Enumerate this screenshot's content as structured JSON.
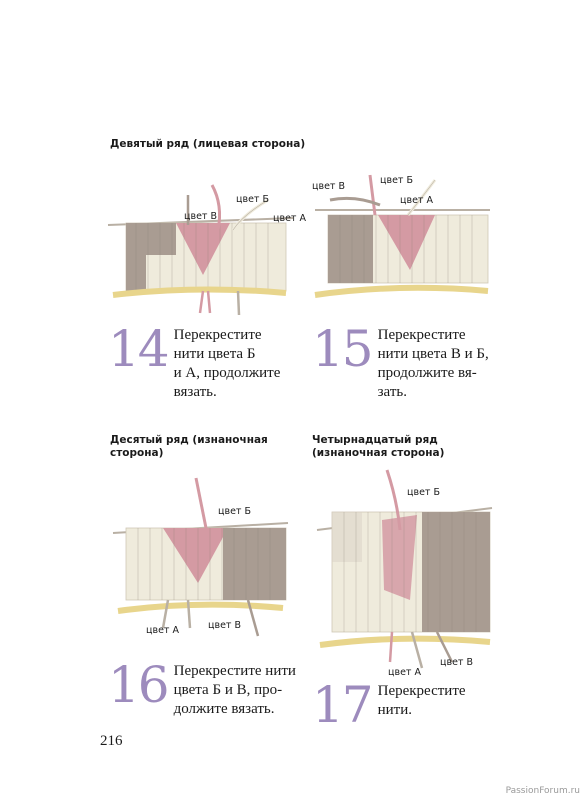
{
  "sections": {
    "row9": "Девятый ряд (лицевая сторона)",
    "row10": "Десятый ряд (изнаночная\nсторона)",
    "row14": "Четырнадцатый ряд\n(изнаночная сторона)"
  },
  "steps": [
    {
      "number": "14",
      "text": "Перекрестите\nнити цвета Б\nи А, продолжите\nвязать."
    },
    {
      "number": "15",
      "text": "Перекрестите\nнити цвета В и Б,\nпродолжите вя-\nзать."
    },
    {
      "number": "16",
      "text": "Перекрестите нити\nцвета Б и В, про-\nдолжите вязать."
    },
    {
      "number": "17",
      "text": "Перекрестите\nнити."
    }
  ],
  "labels": {
    "color_a": "цвет А",
    "color_b": "цвет Б",
    "color_v": "цвет В"
  },
  "colors": {
    "pink": "#d49aa3",
    "taupe": "#a99c92",
    "cream": "#efebdc",
    "yellow": "#e8d58c",
    "accent": "#9d8bbd"
  },
  "page_number": "216",
  "watermark": "PassionForum.ru"
}
